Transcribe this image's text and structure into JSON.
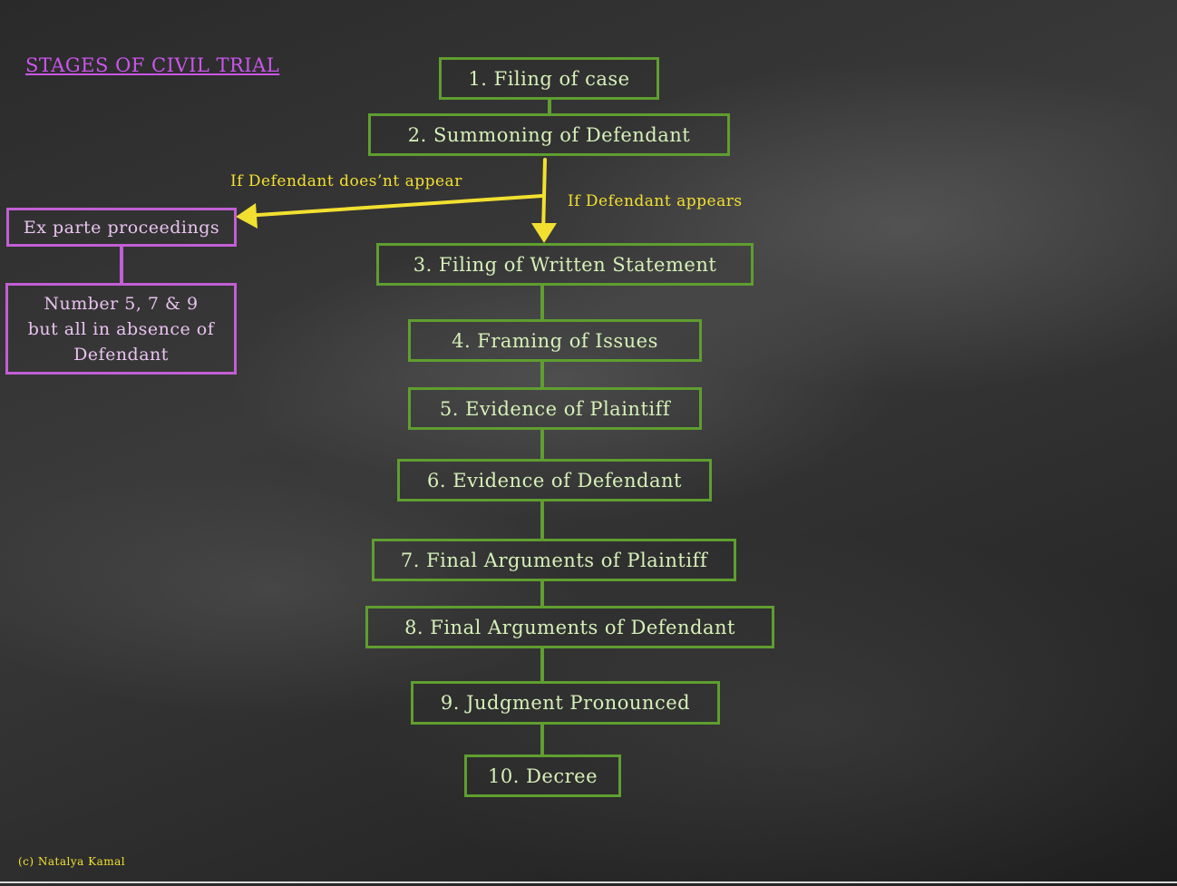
{
  "title": "STAGES OF CIVIL TRIAL",
  "stages": [
    "1. Filing of case",
    "2. Summoning of Defendant",
    "3. Filing of Written Statement",
    "4. Framing of Issues",
    "5. Evidence of Plaintiff",
    "6. Evidence of Defendant",
    "7. Final Arguments of Plaintiff",
    "8. Final Arguments of Defendant",
    "9. Judgment Pronounced",
    "10. Decree"
  ],
  "branch_labels": {
    "not_appear": "If Defendant does’nt appear",
    "appears": "If Defendant appears"
  },
  "ex_parte": {
    "label": "Ex parte proceedings",
    "detail": "Number  5, 7 & 9\nbut all in absence of\nDefendant"
  },
  "credit": "(c) Natalya Kamal",
  "colors": {
    "stage_border": "#5f9e2f",
    "stage_text": "#d6f0b8",
    "ex_parte_border": "#c25fd4",
    "title": "#cc55ee",
    "arrow": "#f2e030"
  }
}
